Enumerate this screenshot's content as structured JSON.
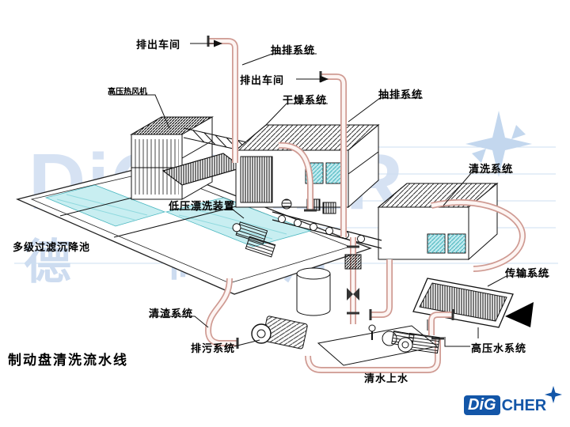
{
  "title": "制动盘清洗流水线",
  "labels": {
    "discharge_workshop_top": "排出车间",
    "exhaust_system_top": "抽排系统",
    "discharge_workshop_mid": "排出车间",
    "drying_system": "干燥系统",
    "exhaust_system_right": "抽排系统",
    "high_pressure_hot_air_blower": "高压热风机",
    "cleaning_system": "清洗系统",
    "low_pressure_rinsing_unit": "低压漂洗装置",
    "multistage_filter_settling_tank": "多级过滤沉降池",
    "transfer_system": "传输系统",
    "slag_removal_system": "清渣系统",
    "sewage_system": "排污系统",
    "clean_water_supply": "清水上水",
    "high_pressure_water_system": "高压水系统"
  },
  "watermark": {
    "brand": "DiGCHER",
    "cn_left": "德",
    "cn_mid": "高",
    "cn_right": "洁"
  },
  "logo": {
    "box": "DiG",
    "rest": "CHER"
  },
  "colors": {
    "pipe_outline": "#cf9a92",
    "water": "#c8eef1",
    "watermark_blue": "#d6e2f3",
    "logo_blue": "#1356a8"
  }
}
